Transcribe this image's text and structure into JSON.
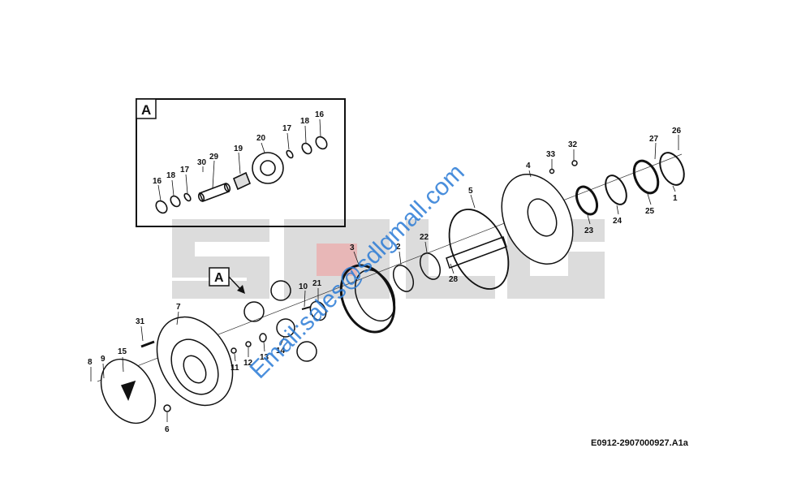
{
  "watermark": {
    "logo_text": "SDLG",
    "email": "Email:sales@sdlgmall.com",
    "email_color": "#2a7bd6",
    "logo_color": "#dcdcdc",
    "logo_accent": "#e8b7b7"
  },
  "detail": {
    "box_label": "A",
    "pointer_label": "A"
  },
  "callouts": {
    "c1": "1",
    "c2": "2",
    "c3": "3",
    "c4": "4",
    "c5": "5",
    "c6": "6",
    "c7": "7",
    "c8": "8",
    "c9": "9",
    "c10": "10",
    "c11": "11",
    "c12": "12",
    "c13": "13",
    "c14": "14",
    "c15": "15",
    "c16a": "16",
    "c16b": "16",
    "c17a": "17",
    "c17b": "17",
    "c18a": "18",
    "c18b": "18",
    "c19": "19",
    "c20": "20",
    "c21": "21",
    "c22": "22",
    "c23": "23",
    "c24": "24",
    "c25": "25",
    "c26": "26",
    "c27": "27",
    "c28": "28",
    "c29": "29",
    "c30": "30",
    "c31": "31",
    "c32": "32",
    "c33": "33"
  },
  "figure_ref": "E0912-2907000927.A1a"
}
